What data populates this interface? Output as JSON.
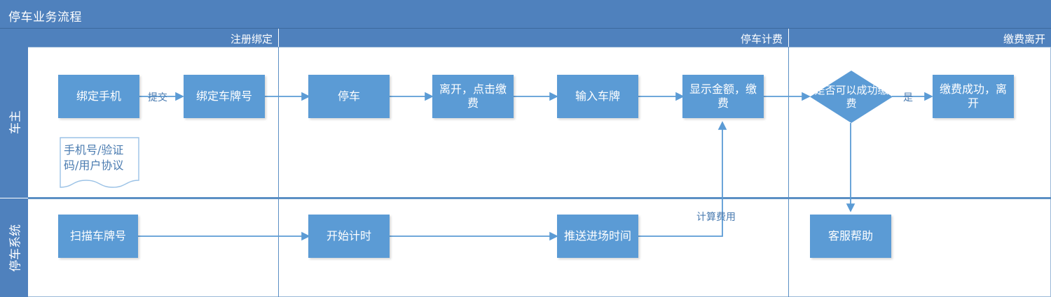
{
  "header": {
    "title": "停车业务流程"
  },
  "phases": [
    {
      "label": "注册绑定"
    },
    {
      "label": "停车计费"
    },
    {
      "label": "缴费离开"
    }
  ],
  "lanes": [
    {
      "label": "车主"
    },
    {
      "label": "停车系统"
    }
  ],
  "nodes": {
    "bind_phone": "绑定手机",
    "bind_plate": "绑定车牌号",
    "park": "停车",
    "leave_pay": "离开，点击缴费",
    "input_plate": "输入车牌",
    "show_amount": "显示金额，缴费",
    "decision": "是否可以成功缴费",
    "pay_success": "缴费成功，离开",
    "scan_plate": "扫描车牌号",
    "start_timer": "开始计时",
    "push_entry_time": "推送进场时间",
    "customer_service": "客服帮助"
  },
  "annotations": {
    "doc_note": "手机号/验证码/用户协议"
  },
  "edge_labels": {
    "submit": "提交",
    "yes": "是",
    "calc_fee": "计算费用"
  },
  "colors": {
    "header_band": "#4f81bd",
    "node_fill": "#5b9bd5",
    "connector": "#5b9bd5",
    "lane_border": "#9bb9d8",
    "note_text": "#4a7bb0"
  }
}
